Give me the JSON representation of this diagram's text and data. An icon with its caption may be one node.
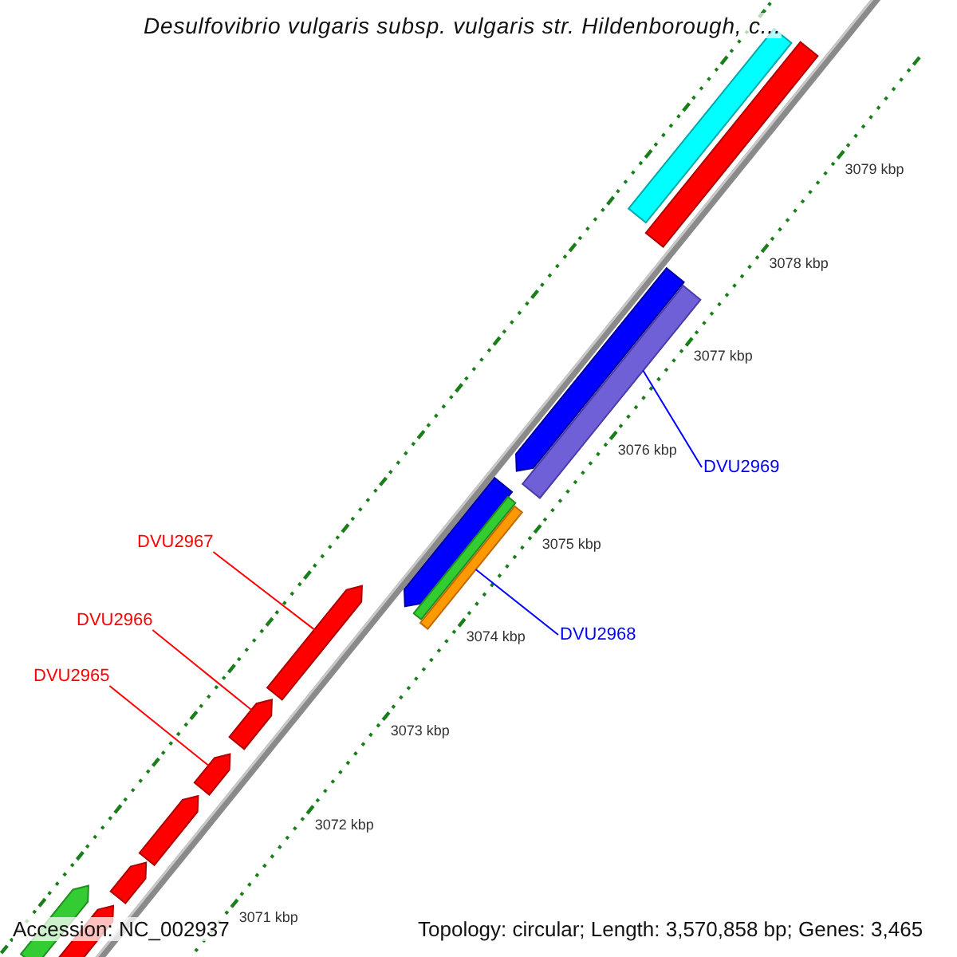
{
  "diagram": {
    "title": "Desulfovibrio vulgaris subsp. vulgaris str. Hildenborough, c...",
    "nodes": [
      {
        "text": [
          "DVU2965"
        ]
      },
      {
        "text": [
          "DVU2966"
        ]
      },
      {
        "text": [
          "DVU2967"
        ]
      },
      {
        "text": [
          "DVU2968"
        ]
      },
      {
        "text": [
          "DVU2969"
        ]
      },
      {
        "text": [],
        "shape": "bar"
      },
      {
        "text": [],
        "shape": "bar"
      },
      {
        "text": [],
        "shape": "arrow"
      },
      {
        "text": [],
        "shape": "bar"
      },
      {
        "text": [],
        "shape": "arrow"
      },
      {
        "text": [],
        "shape": "bar"
      },
      {
        "text": [],
        "shape": "bar"
      },
      {
        "text": [],
        "shape": "arrow"
      },
      {
        "text": [],
        "shape": "arrow"
      },
      {
        "text": [],
        "shape": "arrow"
      },
      {
        "text": [],
        "shape": "arrow"
      },
      {
        "text": [],
        "shape": "arrow"
      },
      {
        "text": [],
        "shape": "arrow"
      },
      {
        "text": [],
        "shape": "arrow"
      }
    ],
    "edges": [
      {
        "from": 0,
        "to": 14,
        "arrow": "none"
      },
      {
        "from": 1,
        "to": 13,
        "arrow": "none"
      },
      {
        "from": 2,
        "to": 12,
        "arrow": "none"
      },
      {
        "from": 3,
        "to": 11,
        "arrow": "none",
        "color": "#0000ff"
      },
      {
        "from": 4,
        "to": 8,
        "arrow": "none",
        "color": "#0000ff"
      }
    ],
    "labels": [
      "3079 kbp",
      "3078 kbp",
      "3077 kbp",
      "3076 kbp",
      "3075 kbp",
      "3074 kbp",
      "3073 kbp",
      "3072 kbp",
      "3071 kbp",
      "Accession: NC_002937",
      "Topology: circular; Length: 3,570,858 bp; Genes: 3,465"
    ]
  }
}
